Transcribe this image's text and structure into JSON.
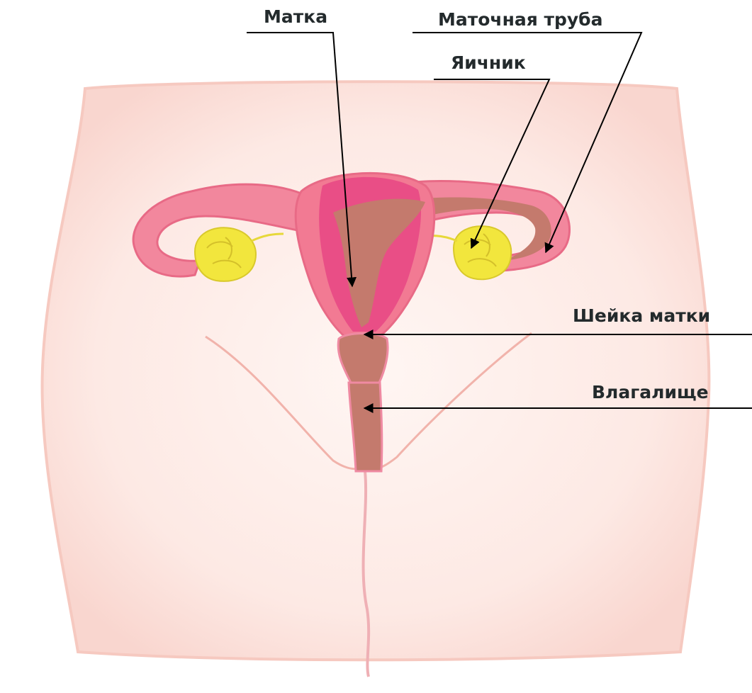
{
  "labels": {
    "uterus": "Матка",
    "fallopian_tube": "Маточная труба",
    "ovary": "Яичник",
    "cervix": "Шейка матки",
    "vagina": "Влагалище"
  },
  "colors": {
    "body_skin": "#fde9e4",
    "body_outline": "#f6c9c0",
    "uterus_outer": "#f27a93",
    "uterus_inner": "#e94e86",
    "cavity_brown": "#c47a6d",
    "ovary_yellow": "#f2e63d",
    "leader_line": "#000000",
    "label_text": "#232a2c"
  }
}
